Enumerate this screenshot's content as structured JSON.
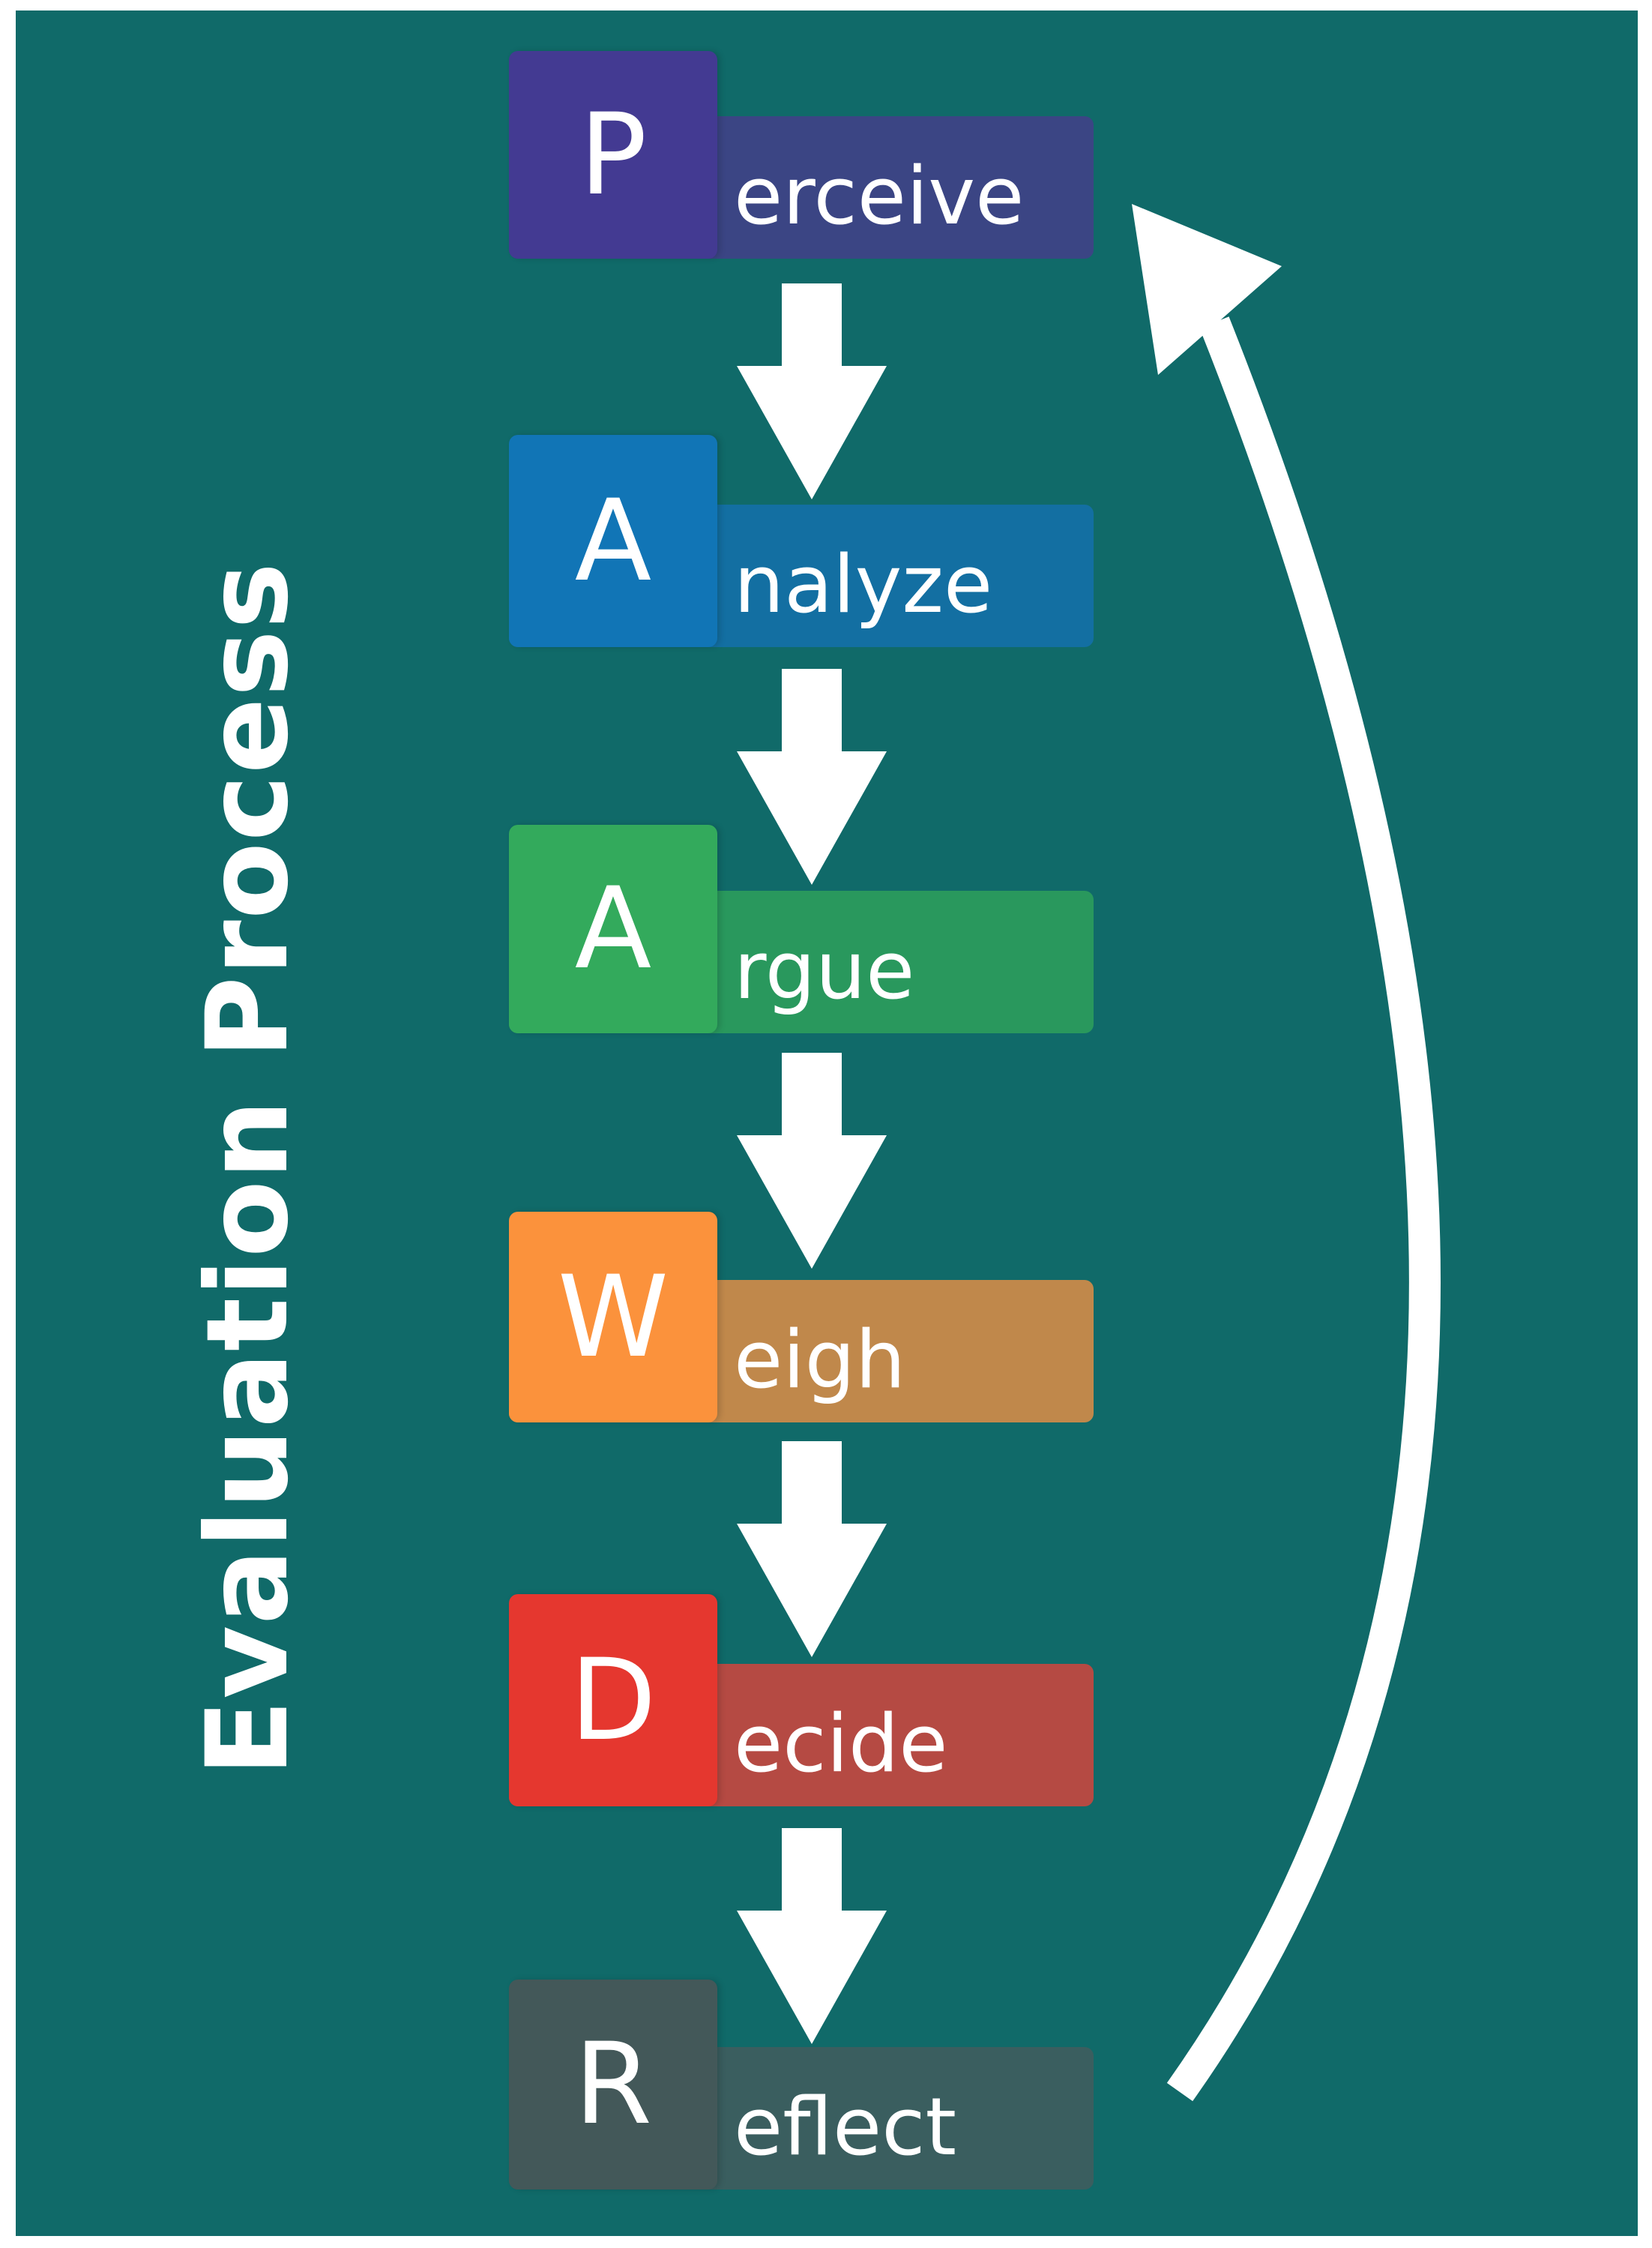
{
  "title": "Evaluation Process",
  "steps": [
    {
      "letter": "P",
      "rest": "erceive",
      "letter_color": "#433a92",
      "bar_color": "#3b4584"
    },
    {
      "letter": "A",
      "rest": "nalyze",
      "letter_color": "#1175b6",
      "bar_color": "#136fa2"
    },
    {
      "letter": "A",
      "rest": "rgue",
      "letter_color": "#33aa5c",
      "bar_color": "#29985d"
    },
    {
      "letter": "W",
      "rest": "eigh",
      "letter_color": "#fb923c",
      "bar_color": "#c0884b"
    },
    {
      "letter": "D",
      "rest": "ecide",
      "letter_color": "#e5372f",
      "bar_color": "#b54a43"
    },
    {
      "letter": "R",
      "rest": "eflect",
      "letter_color": "#435859",
      "bar_color": "#3a5e5f"
    }
  ],
  "colors": {
    "background": "#106a69",
    "arrows": "#ffffff"
  }
}
